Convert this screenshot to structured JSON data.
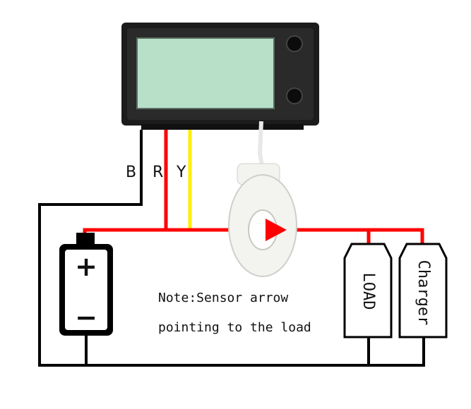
{
  "wire_labels": {
    "black": "B",
    "red": "R",
    "yellow": "Y"
  },
  "battery": {
    "positive": "+",
    "negative": "−"
  },
  "load_label": "LOAD",
  "charger_label": "Charger",
  "note": {
    "line1": "Note:Sensor arrow",
    "line2": "pointing to the load"
  },
  "colors": {
    "red_wire": "#ff0000",
    "yellow_wire": "#ffee00",
    "black_wire": "#000000",
    "meter_body": "#1c1c1c",
    "lcd_screen": "#b8e0c8",
    "sensor_ring": "#f3f3ef"
  }
}
